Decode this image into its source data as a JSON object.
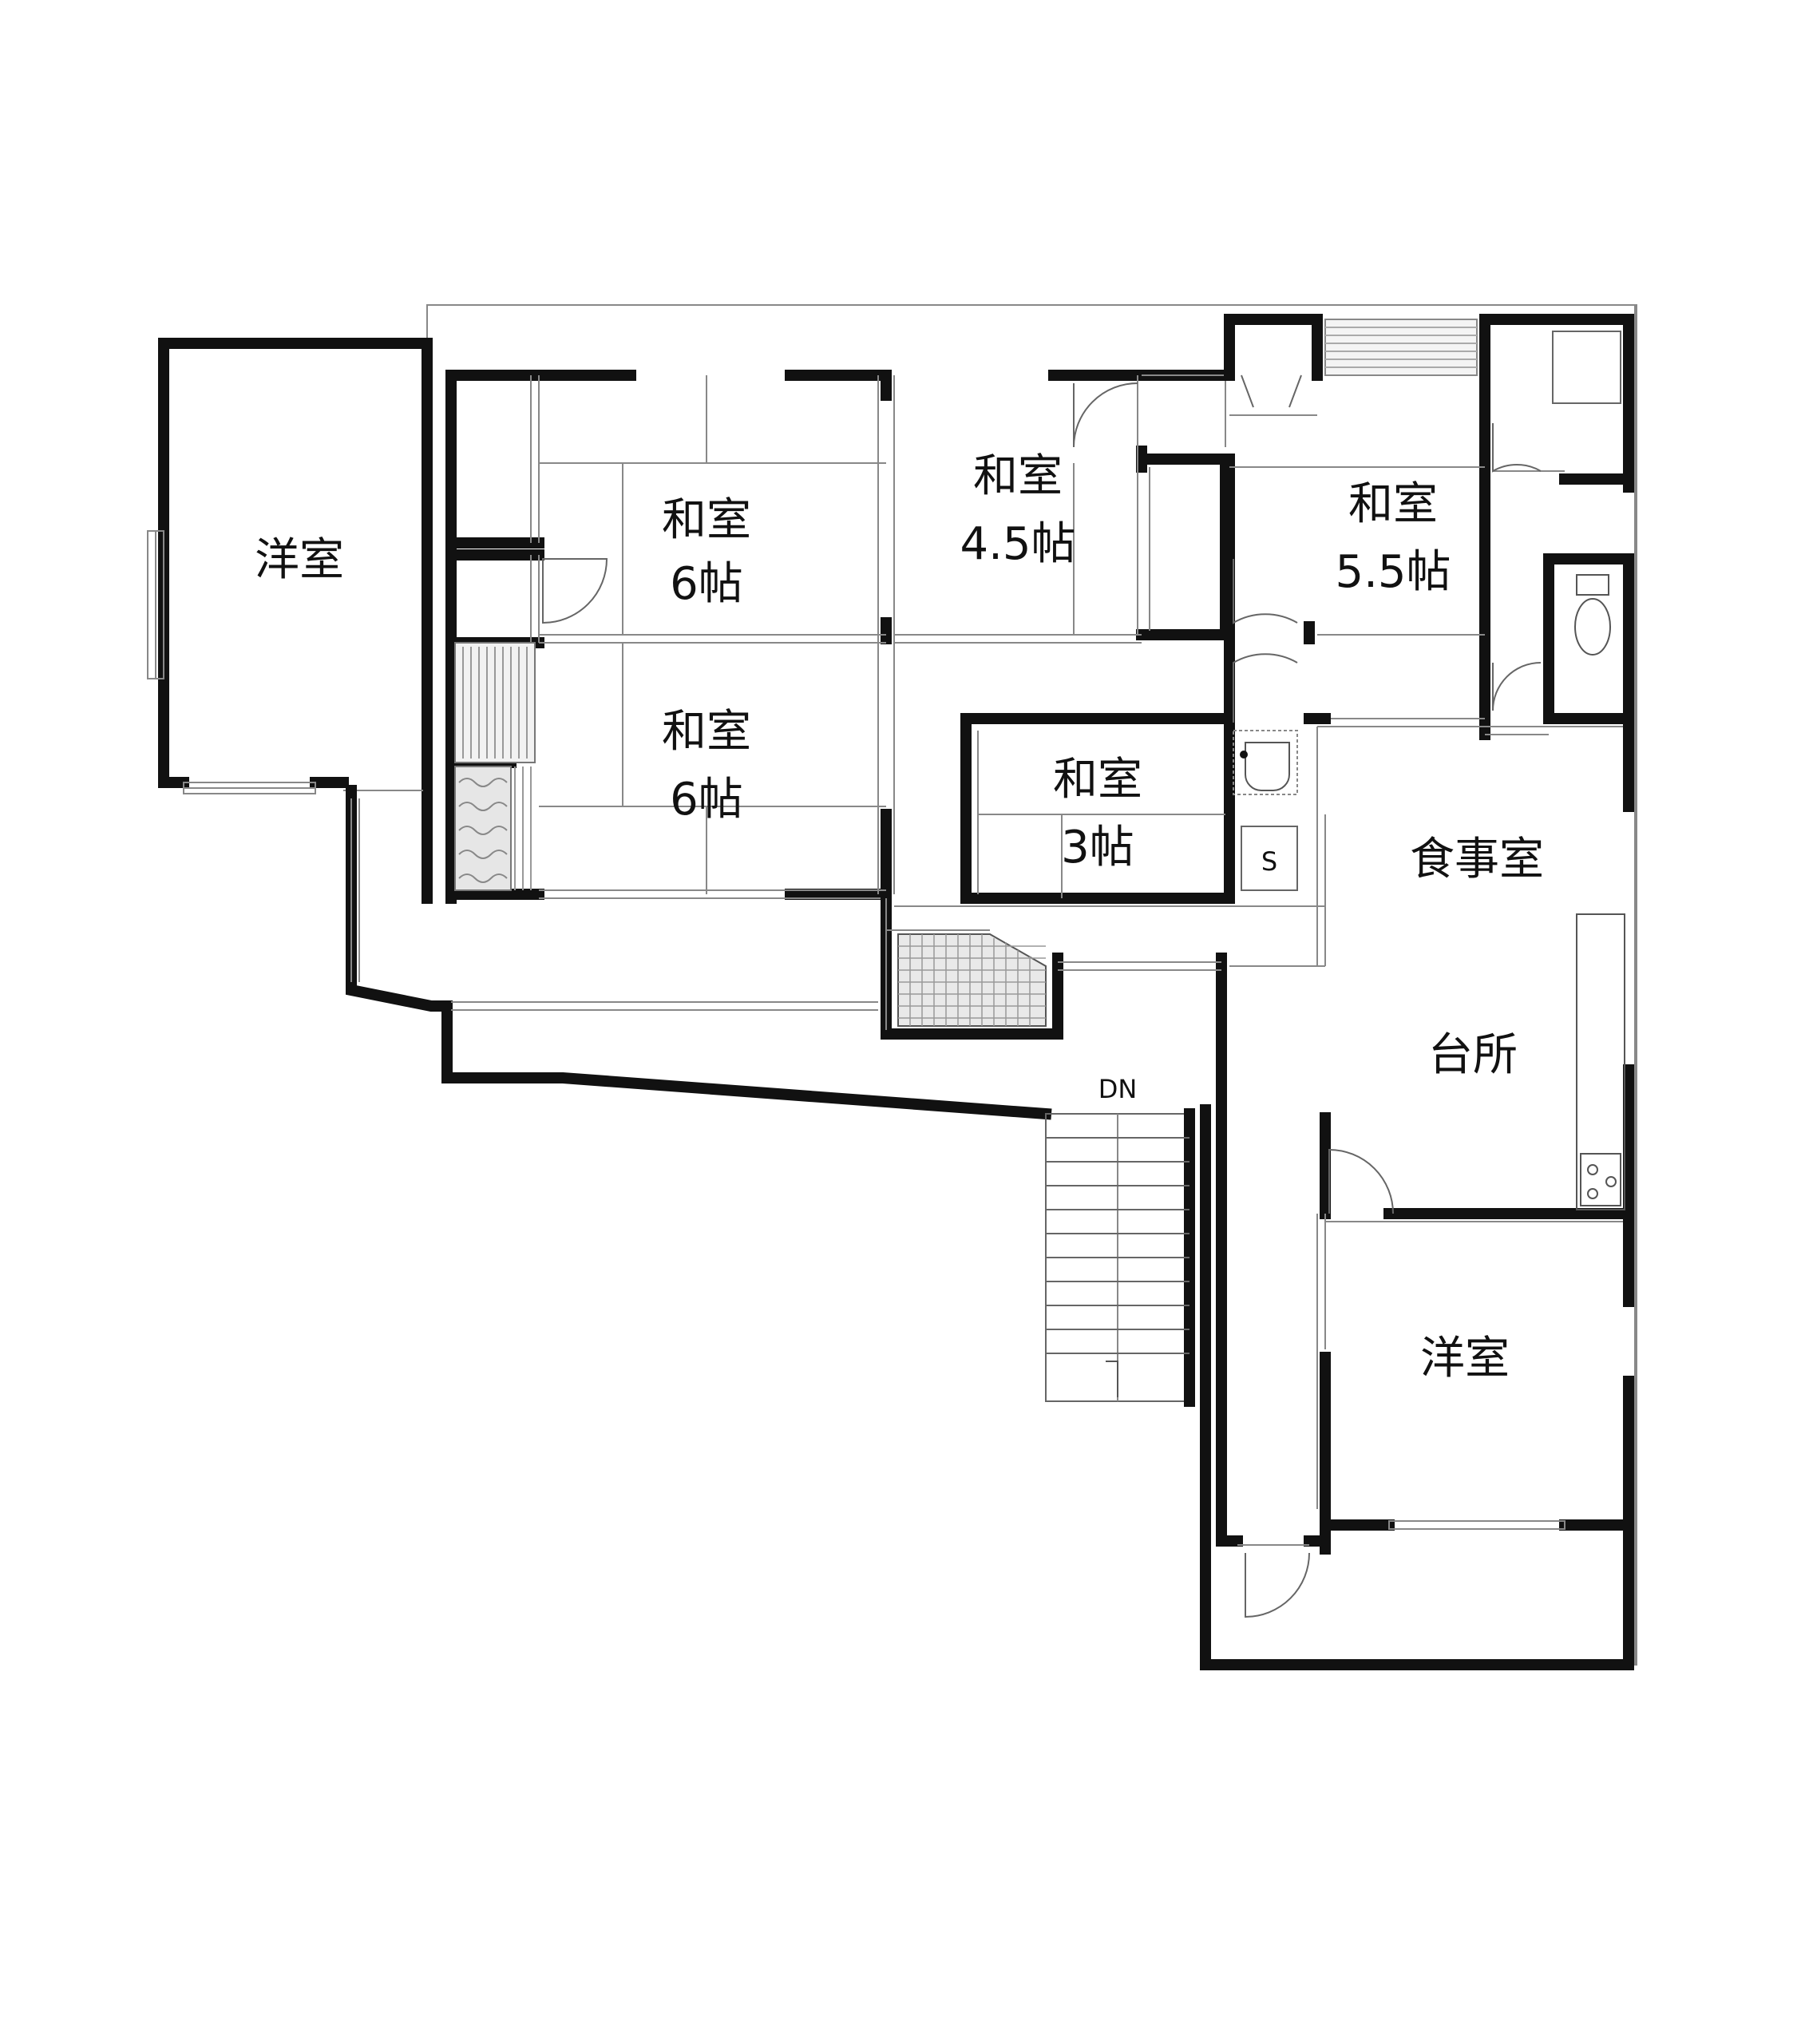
{
  "rooms": {
    "western_left": "洋室",
    "washitsu_6a_name": "和室",
    "washitsu_6a_size": "6帖",
    "washitsu_45_name": "和室",
    "washitsu_45_size": "4.5帖",
    "washitsu_55_name": "和室",
    "washitsu_55_size": "5.5帖",
    "washitsu_6b_name": "和室",
    "washitsu_6b_size": "6帖",
    "washitsu_3_name": "和室",
    "washitsu_3_size": "3帖",
    "dining": "食事室",
    "kitchen": "台所",
    "western_right": "洋室"
  },
  "labels": {
    "stairs_dn": "DN",
    "shoe_storage": "S"
  }
}
